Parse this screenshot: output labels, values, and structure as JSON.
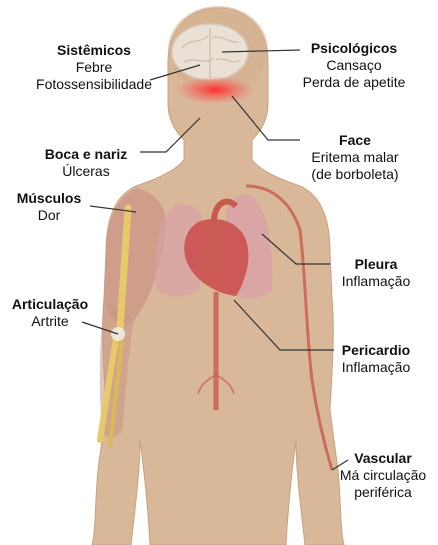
{
  "colors": {
    "skin": "#d9b899",
    "skin_edge": "#c9a181",
    "brain": "#e8ddd2",
    "heart": "#c94a4a",
    "lung": "#d9a0a8",
    "muscle": "#c99585",
    "bone": "#e8c969",
    "vessel": "#c85a4c",
    "leader": "#333333",
    "rash": "#ff3b3b"
  },
  "labels": {
    "sistemicos": {
      "title": "Sistêmicos",
      "lines": [
        "Febre",
        "Fotossensibilidade"
      ]
    },
    "psicologicos": {
      "title": "Psicológicos",
      "lines": [
        "Cansaço",
        "Perda de apetite"
      ]
    },
    "face": {
      "title": "Face",
      "lines": [
        "Eritema malar",
        "(de borboleta)"
      ]
    },
    "boca": {
      "title": "Boca e nariz",
      "lines": [
        "Úlceras"
      ]
    },
    "musculos": {
      "title": "Músculos",
      "lines": [
        "Dor"
      ]
    },
    "pleura": {
      "title": "Pleura",
      "lines": [
        "Inflamação"
      ]
    },
    "articulacao": {
      "title": "Articulação",
      "lines": [
        "Artrite"
      ]
    },
    "pericardio": {
      "title": "Pericardio",
      "lines": [
        "Inflamação"
      ]
    },
    "vascular": {
      "title": "Vascular",
      "lines": [
        "Má circulação",
        "periférica"
      ]
    }
  }
}
